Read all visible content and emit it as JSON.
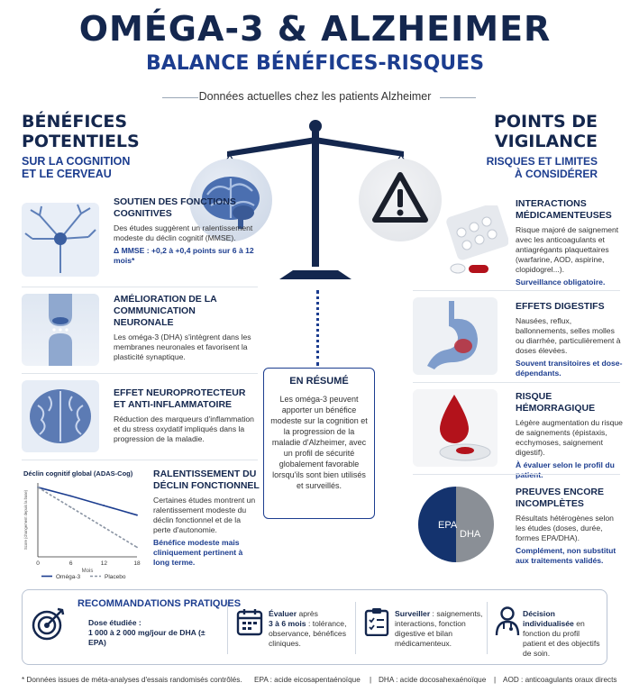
{
  "header": {
    "title": "OMÉGA-3 & ALZHEIMER",
    "subtitle": "BALANCE BÉNÉFICES-RISQUES",
    "intro": "Données actuelles chez les patients Alzheimer"
  },
  "left": {
    "heading_line1": "BÉNÉFICES",
    "heading_line2": "POTENTIELS",
    "sub_line1": "SUR LA COGNITION",
    "sub_line2": "ET LE CERVEAU",
    "items": [
      {
        "title": "SOUTIEN DES FONCTIONS COGNITIVES",
        "text": "Des études suggèrent un ralentissement modeste du déclin cognitif (MMSE).",
        "note": "Δ MMSE : +0,2 à +0,4 points sur 6 à 12 mois*"
      },
      {
        "title": "AMÉLIORATION DE LA COMMUNICATION NEURONALE",
        "text": "Les oméga-3 (DHA) s'intègrent dans les membranes neuronales et favorisent la plasticité synaptique.",
        "note": ""
      },
      {
        "title": "EFFET NEUROPROTECTEUR ET ANTI-INFLAMMATOIRE",
        "text": "Réduction des marqueurs d'inflammation et du stress oxydatif impliqués dans la progression de la maladie.",
        "note": ""
      },
      {
        "title": "RALENTISSEMENT DU DÉCLIN FONCTIONNEL",
        "text": "Certaines études montrent un ralentissement modeste du déclin fonctionnel et de la perte d'autonomie.",
        "note": "Bénéfice modeste mais cliniquement pertinent à long terme."
      }
    ]
  },
  "right": {
    "heading_line1": "POINTS DE",
    "heading_line2": "VIGILANCE",
    "sub_line1": "RISQUES ET LIMITES",
    "sub_line2": "À CONSIDÉRER",
    "items": [
      {
        "title": "INTERACTIONS MÉDICAMENTEUSES",
        "text": "Risque majoré de saignement avec les anticoagulants et antiagrégants plaquettaires (warfarine, AOD, aspirine, clopidogrel...).",
        "note": "Surveillance obligatoire."
      },
      {
        "title": "EFFETS DIGESTIFS",
        "text": "Nausées, reflux, ballonnements, selles molles ou diarrhée, particulièrement à doses élevées.",
        "note": "Souvent transitoires et dose-dépendants."
      },
      {
        "title": "RISQUE HÉMORRAGIQUE",
        "text": "Légère augmentation du risque de saignements (épistaxis, ecchymoses, saignement digestif).",
        "note": "À évaluer selon le profil du patient."
      },
      {
        "title": "PREUVES ENCORE INCOMPLÈTES",
        "text": "Résultats hétérogènes selon les études (doses, durée, formes EPA/DHA).",
        "note": "Complément, non substitut aux traitements validés."
      }
    ]
  },
  "summary": {
    "title": "EN RÉSUMÉ",
    "text": "Les oméga-3 peuvent apporter un bénéfice modeste sur la cognition et la progression de la maladie d'Alzheimer, avec un profil de sécurité globalement favorable lorsqu'ils sont bien utilisés et surveillés."
  },
  "mini_chart": {
    "title": "Déclin cognitif global (ADAS-Cog)",
    "ylabel": "Score (changement depuis la base)",
    "xlabel": "Mois",
    "legend_omega": "Oméga-3",
    "legend_placebo": "Placebo"
  },
  "chart_data": {
    "type": "line",
    "title": "Déclin cognitif global (ADAS-Cog)",
    "xlabel": "Mois",
    "ylabel": "Score (changement depuis la base)",
    "x": [
      0,
      6,
      12,
      18
    ],
    "xticks": [
      "0",
      "6",
      "12",
      "18"
    ],
    "series": [
      {
        "name": "Oméga-3",
        "values": [
          0,
          -1.0,
          -2.1,
          -3.2
        ],
        "color": "#1c3d8f",
        "style": "solid"
      },
      {
        "name": "Placebo",
        "values": [
          0,
          -2.3,
          -4.6,
          -6.9
        ],
        "color": "#8a94a3",
        "style": "dashed"
      }
    ],
    "ylim": [
      -8,
      0.5
    ],
    "grid": false,
    "legend": "bottom"
  },
  "pie": {
    "label_a": "EPA",
    "label_b": "DHA",
    "epa_fraction": 0.5,
    "color_a": "#14336e",
    "color_b": "#8a8f96"
  },
  "reco": {
    "title": "RECOMMANDATIONS PRATIQUES",
    "dose_label": "Dose étudiée :",
    "dose_value": "1 000 à 2 000 mg/jour de DHA (± EPA)",
    "eval_bold": "Évaluer",
    "eval_text1": " après",
    "eval_bold2": "3 à 6 mois",
    "eval_text2": " : tolérance, observance, bénéfices cliniques.",
    "surv_bold": "Surveiller",
    "surv_text": " : saignements, interactions, fonction digestive et bilan médicamenteux.",
    "dec_bold": "Décision individualisée",
    "dec_text": " en fonction du profil patient et des objectifs de soin."
  },
  "footer": {
    "note1": "* Données issues de méta-analyses d'essais randomisés contrôlés.",
    "note2": "EPA : acide eicosapentaénoïque",
    "note3": "DHA : acide docosahexaénoïque",
    "note4": "AOD : anticoagulants oraux directs"
  },
  "colors": {
    "navy": "#14274e",
    "blue": "#1c3d8f",
    "red": "#b3121b"
  }
}
